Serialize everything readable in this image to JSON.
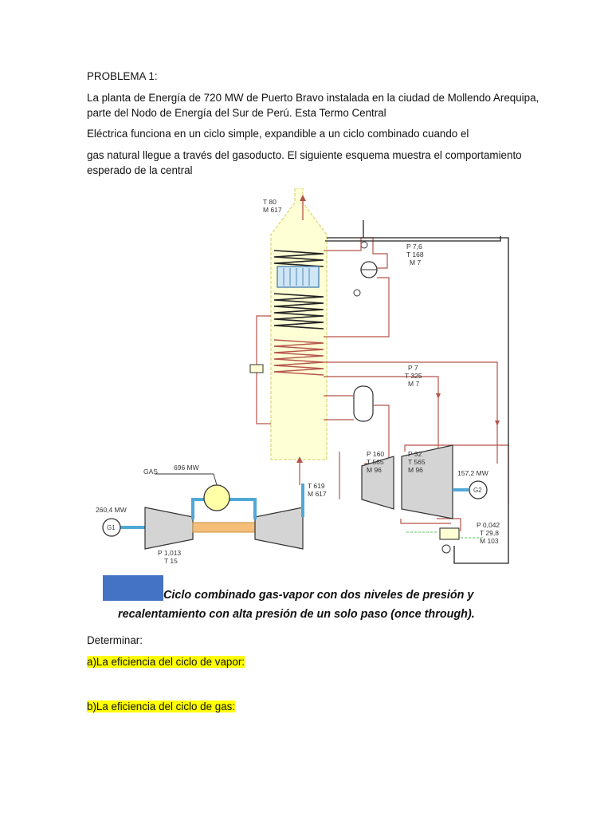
{
  "document": {
    "heading": "PROBLEMA 1:",
    "paragraph1_line1": "La planta de Energía de 720 MW de Puerto Bravo instalada en la ciudad de Mollendo Arequipa,",
    "paragraph1_line2": "parte del Nodo de Energía del Sur de Perú. Esta Termo Central",
    "paragraph2": "Eléctrica funciona en un ciclo simple, expandible a un ciclo combinado cuando el",
    "paragraph3_line1": "gas natural llegue a través del gasoducto. El siguiente esquema muestra el comportamiento",
    "paragraph3_line2": "esperado de la central",
    "determinar": "Determinar:",
    "question_a": "a)La eficiencia del ciclo de vapor:",
    "question_b": "b)La eficiencia del ciclo de gas:"
  },
  "figure": {
    "caption_line1": "Ciclo combinado gas-vapor con dos niveles de presión y",
    "caption_line2": "recalentamiento con alta presión de un solo paso (once through).",
    "stack_t": "T 80",
    "stack_m": "M 617",
    "lp_p": "P 7,6",
    "lp_t": "T 168",
    "lp_m": "M 7",
    "mp_p": "P 7",
    "mp_t": "T 325",
    "mp_m": "M 7",
    "gas_label": "GAS",
    "fuel_power": "696 MW",
    "exhaust_t": "T 619",
    "exhaust_m": "M 617",
    "hpt_p": "P 160",
    "hpt_t": "T 565",
    "hpt_m": "M 96",
    "ipt_p": "P 32",
    "ipt_t": "T 565",
    "ipt_m": "M 96",
    "steam_power": "157,2 MW",
    "g2": "G2",
    "g1": "G1",
    "gas_power": "260,4 MW",
    "inlet_p": "P 1,013",
    "inlet_t": "T 15",
    "cond_p": "P 0,042",
    "cond_t": "T 29,8",
    "cond_m": "M 103",
    "colors": {
      "steam_line": "#b5544a",
      "gas_line": "#4fa8d6",
      "hrsg_fill": "#ffffd6",
      "turbine_fill": "#d4d4d4",
      "caption_box": "#4472c4",
      "highlight": "#ffff00"
    }
  }
}
